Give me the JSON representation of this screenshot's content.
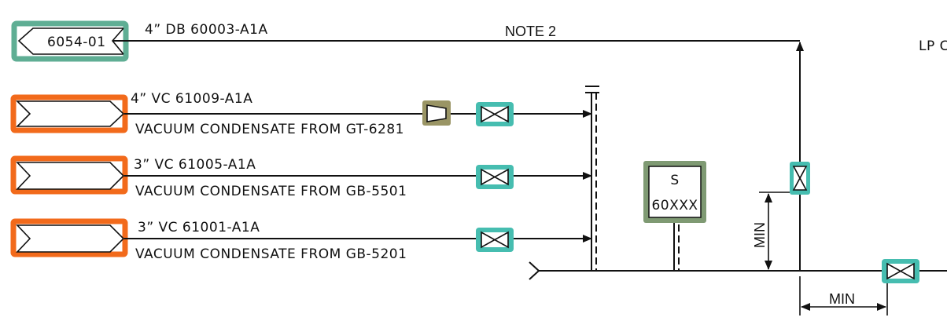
{
  "colors": {
    "offpage_out": "#5fae94",
    "offpage_in": "#f26a1b",
    "reducer": "#9a9565",
    "valve": "#46bdb0",
    "instrument": "#7f9a73",
    "line": "#111111"
  },
  "top_line": {
    "connector_label": "6054-01",
    "line_spec": "4” DB 60003-A1A",
    "note": "NOTE 2",
    "right_label": "LP C"
  },
  "incoming_lines": [
    {
      "line_spec": "4” VC 61009-A1A",
      "description": "VACUUM CONDENSATE FROM GT-6281",
      "has_reducer": true
    },
    {
      "line_spec": "3” VC 61005-A1A",
      "description": "VACUUM CONDENSATE FROM GB-5501",
      "has_reducer": false
    },
    {
      "line_spec": "3” VC 61001-A1A",
      "description": "VACUUM CONDENSATE FROM GB-5201",
      "has_reducer": false
    }
  ],
  "instrument": {
    "type": "S",
    "tag": "60XXX"
  },
  "dimensions": {
    "vertical": "MIN",
    "horizontal": "MIN"
  }
}
